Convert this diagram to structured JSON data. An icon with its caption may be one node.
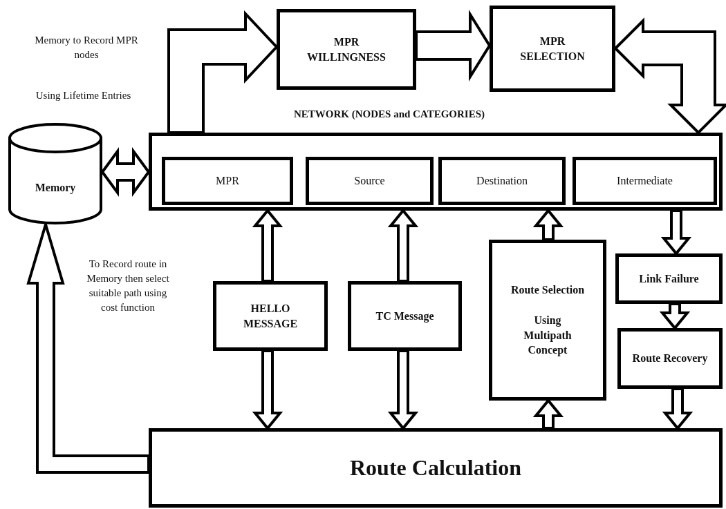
{
  "diagram": {
    "nodes": [
      {
        "text": [
          "Memory"
        ]
      },
      {
        "text": [
          "NETWORK (NODES and CATEGORIES)"
        ]
      },
      {
        "text": [
          "MPR"
        ],
        "in": 1
      },
      {
        "text": [
          "Source"
        ],
        "in": 1
      },
      {
        "text": [
          "Destination"
        ],
        "in": 1
      },
      {
        "text": [
          "Intermediate"
        ],
        "in": 1
      },
      {
        "text": [
          "MPR WILLINGNESS"
        ]
      },
      {
        "text": [
          "MPR SELECTION"
        ]
      },
      {
        "text": [
          "HELLO MESSAGE"
        ]
      },
      {
        "text": [
          "TC Message"
        ]
      },
      {
        "text": [
          "Route Selection",
          "Using Multipath Concept"
        ]
      },
      {
        "text": [
          "Link Failure"
        ]
      },
      {
        "text": [
          "Route Recovery"
        ]
      },
      {
        "text": [
          "Route Calculation"
        ]
      }
    ],
    "edges": [
      {
        "from": 0,
        "to": 1,
        "arrow": "both"
      },
      {
        "from": 1,
        "to": 6,
        "arrow": "to"
      },
      {
        "from": 6,
        "to": 7,
        "arrow": "to"
      },
      {
        "from": 7,
        "to": 1,
        "arrow": "both"
      },
      {
        "from": 8,
        "to": 1,
        "arrow": "to"
      },
      {
        "from": 8,
        "to": 13,
        "arrow": "to"
      },
      {
        "from": 9,
        "to": 1,
        "arrow": "to"
      },
      {
        "from": 9,
        "to": 13,
        "arrow": "to"
      },
      {
        "from": 10,
        "to": 1,
        "arrow": "to"
      },
      {
        "from": 13,
        "to": 10,
        "arrow": "to"
      },
      {
        "from": 1,
        "to": 11,
        "arrow": "to"
      },
      {
        "from": 11,
        "to": 12,
        "arrow": "to"
      },
      {
        "from": 12,
        "to": 13,
        "arrow": "to"
      },
      {
        "from": 13,
        "to": 0,
        "arrow": "to"
      }
    ],
    "labels": [
      "Memory to Record MPR nodes",
      "Using Lifetime Entries",
      "To Record route in Memory then select suitable path using cost function"
    ]
  }
}
